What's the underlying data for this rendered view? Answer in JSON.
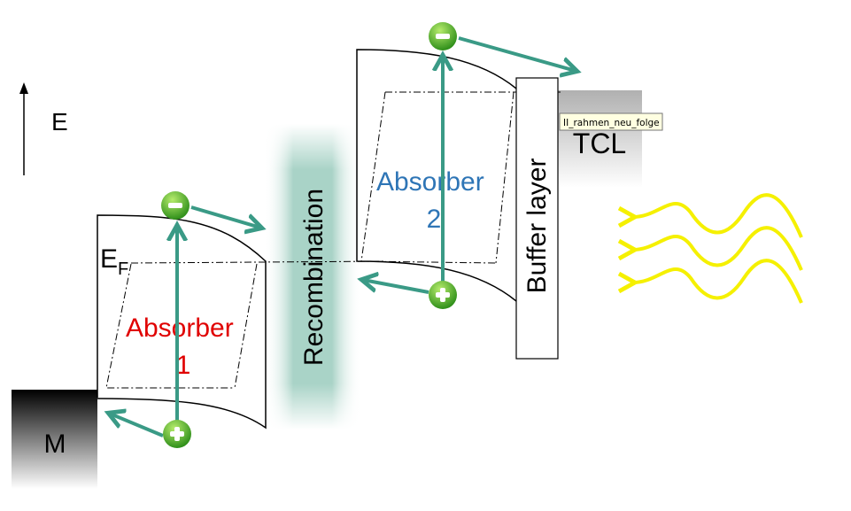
{
  "labels": {
    "energy_axis": "E",
    "fermi_main": "E",
    "fermi_sub": "F",
    "absorber1_line1": "Absorber",
    "absorber1_line2": "1",
    "absorber2_line1": "Absorber",
    "absorber2_line2": "2",
    "recombination": "Recombination",
    "buffer_layer": "Buffer layer",
    "tcl": "TCL",
    "metal": "M"
  },
  "tooltip": "II_rahmen_neu_folge",
  "colors": {
    "absorber1_text": "#e00000",
    "absorber2_text": "#2e75b6",
    "arrow": "#3a9a86",
    "light": "#f5f000",
    "carrier": "#5cb82a"
  }
}
